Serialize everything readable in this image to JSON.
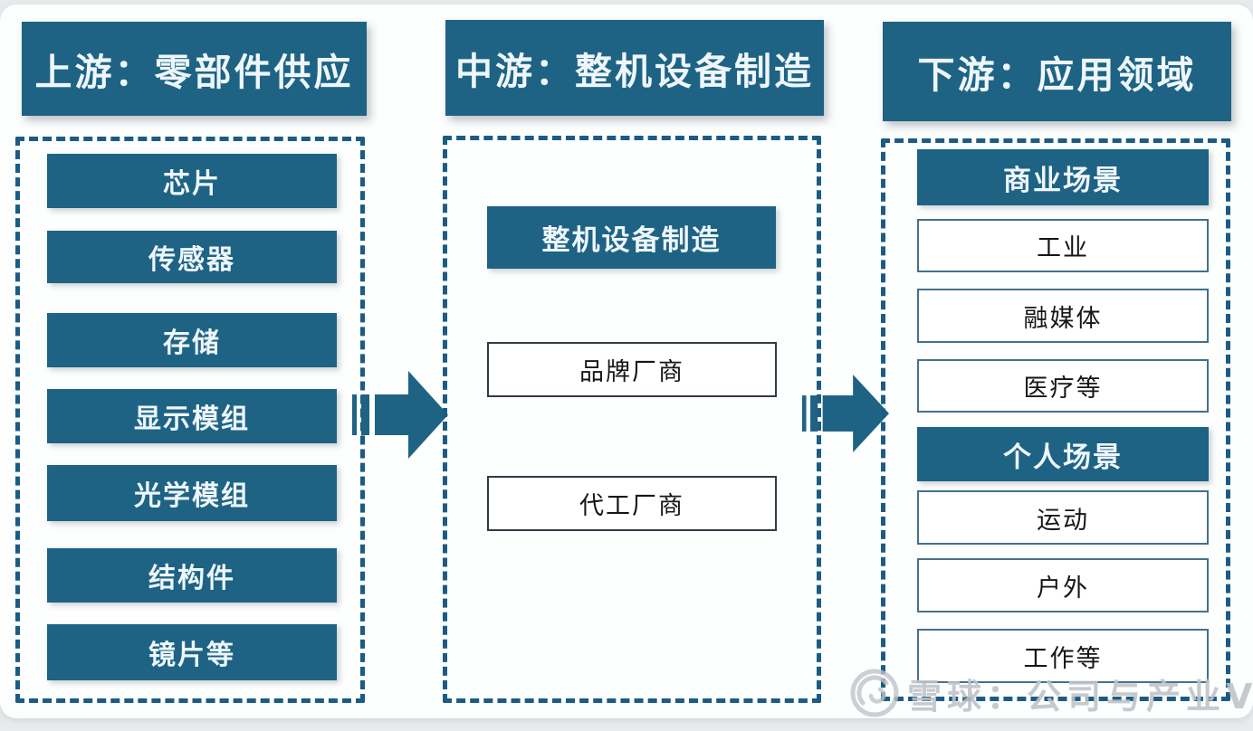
{
  "colors": {
    "teal": "#1e6384",
    "dash": "#1b5b85",
    "border-dark": "#323a44",
    "border-blue": "#45708b",
    "header-text": "#eef6fc",
    "watermark": "#bfc3c8"
  },
  "columns": [
    {
      "id": "upstream",
      "header": "上游：零部件供应",
      "items": [
        "芯片",
        "传感器",
        "存储",
        "显示模组",
        "光学模组",
        "结构件",
        "镜片等"
      ]
    },
    {
      "id": "midstream",
      "header": "中游：整机设备制造",
      "subheader": "整机设备制造",
      "items": [
        "品牌厂商",
        "代工厂商"
      ]
    },
    {
      "id": "downstream",
      "header": "下游：应用领域",
      "groups": [
        {
          "title": "商业场景",
          "items": [
            "工业",
            "融媒体",
            "医疗等"
          ]
        },
        {
          "title": "个人场景",
          "items": [
            "运动",
            "户外",
            "工作等"
          ]
        }
      ]
    }
  ],
  "watermark": {
    "logo": "xueqiu-snowball-logo",
    "text": "雪球：公司与产业V"
  }
}
